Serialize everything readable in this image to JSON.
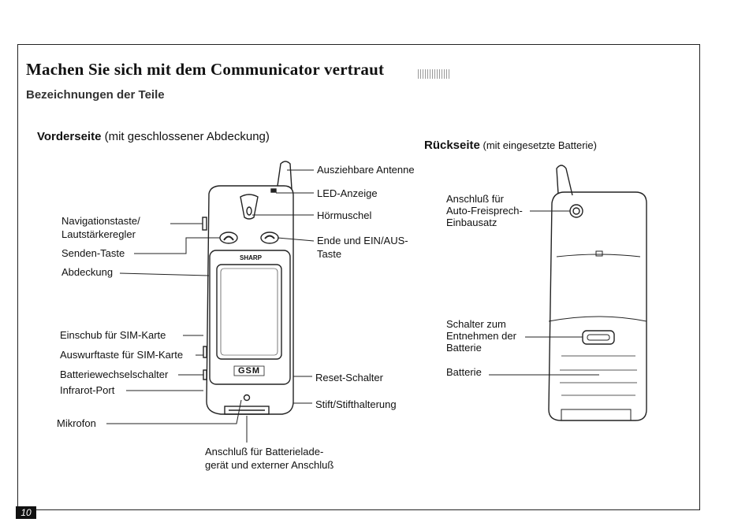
{
  "title": "Machen Sie sich mit dem Communicator vertraut",
  "subtitle": "Bezeichnungen der Teile",
  "front": {
    "heading_bold": "Vorderseite",
    "heading_rest": " (mit geschlossener Abdeckung)",
    "brand": "SHARP",
    "screen_logo": "GSM",
    "labels_right": {
      "antenna": "Ausziehbare Antenne",
      "led": "LED-Anzeige",
      "earpiece": "Hörmuschel",
      "end_key": "Ende und EIN/AUS-",
      "end_key_2": "Taste",
      "reset": "Reset-Schalter",
      "stylus": "Stift/Stifthalterung"
    },
    "labels_left": {
      "nav_1": "Navigationstaste/",
      "nav_2": "Lautstärkeregler",
      "send": "Senden-Taste",
      "cover": "Abdeckung",
      "sim_slot": "Einschub für SIM-Karte",
      "sim_eject": "Auswurftaste für SIM-Karte",
      "battery_switch": "Batteriewechselschalter",
      "infrared": "Infrarot-Port",
      "mic": "Mikrofon"
    },
    "label_bottom_1": "Anschluß für Batterielade-",
    "label_bottom_2": "gerät und externer Anschluß"
  },
  "back": {
    "heading_bold": "Rückseite",
    "heading_rest": " (mit eingesetzte Batterie)",
    "labels": {
      "carkit_1": "Anschluß für",
      "carkit_2": "Auto-Freisprech-",
      "carkit_3": "Einbausatz",
      "release_1": "Schalter zum",
      "release_2": "Entnehmen der",
      "release_3": "Batterie",
      "battery": "Batterie"
    }
  },
  "page_number": "10"
}
